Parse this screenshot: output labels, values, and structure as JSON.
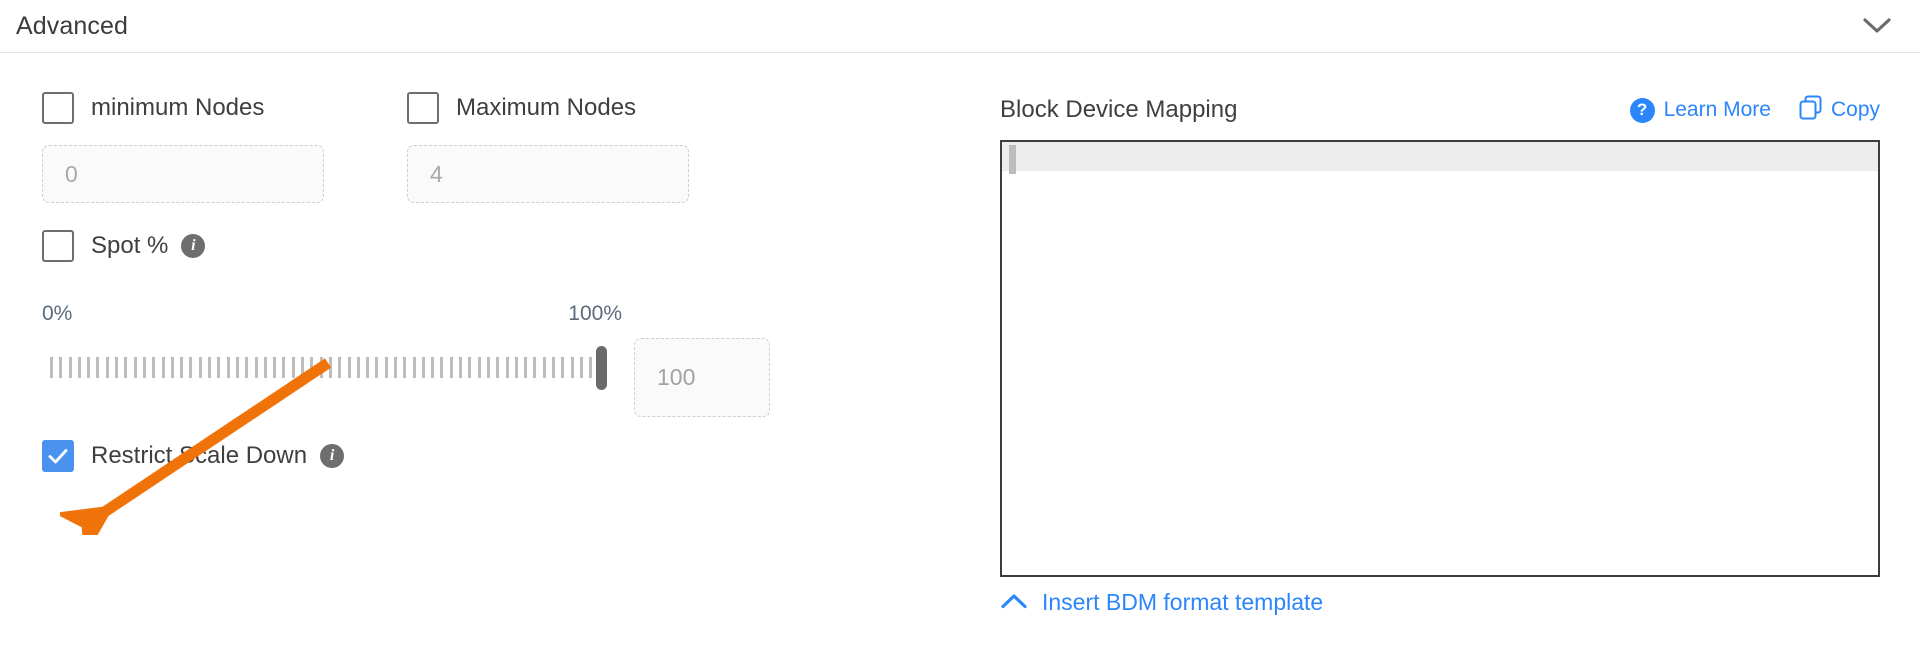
{
  "section": {
    "title": "Advanced",
    "collapse_icon": "chevron-down-icon"
  },
  "left": {
    "min_nodes": {
      "label": "minimum Nodes",
      "checked": false,
      "input_placeholder": "0"
    },
    "max_nodes": {
      "label": "Maximum Nodes",
      "checked": false,
      "input_placeholder": "4"
    },
    "spot": {
      "label": "Spot %",
      "checked": false,
      "info_icon": "info-icon"
    },
    "slider": {
      "min_label": "0%",
      "max_label": "100%",
      "value_placeholder": "100",
      "value": 100,
      "tick_count": 60
    },
    "restrict_scale_down": {
      "label": "Restrict Scale Down",
      "checked": true,
      "info_icon": "info-icon",
      "check_glyph": "✓"
    }
  },
  "right": {
    "title": "Block Device Mapping",
    "learn_more": {
      "label": "Learn More",
      "icon": "question-circle-icon",
      "icon_glyph": "?"
    },
    "copy": {
      "label": "Copy",
      "icon": "copy-icon"
    },
    "editor": {
      "content": ""
    },
    "insert_template": {
      "label": "Insert BDM format template",
      "icon": "chevron-up-icon"
    }
  },
  "colors": {
    "accent_blue": "#2b86fb",
    "checkbox_blue": "#4a92f0",
    "annotation_orange": "#f0730a",
    "muted_text": "#5c6a7d"
  }
}
